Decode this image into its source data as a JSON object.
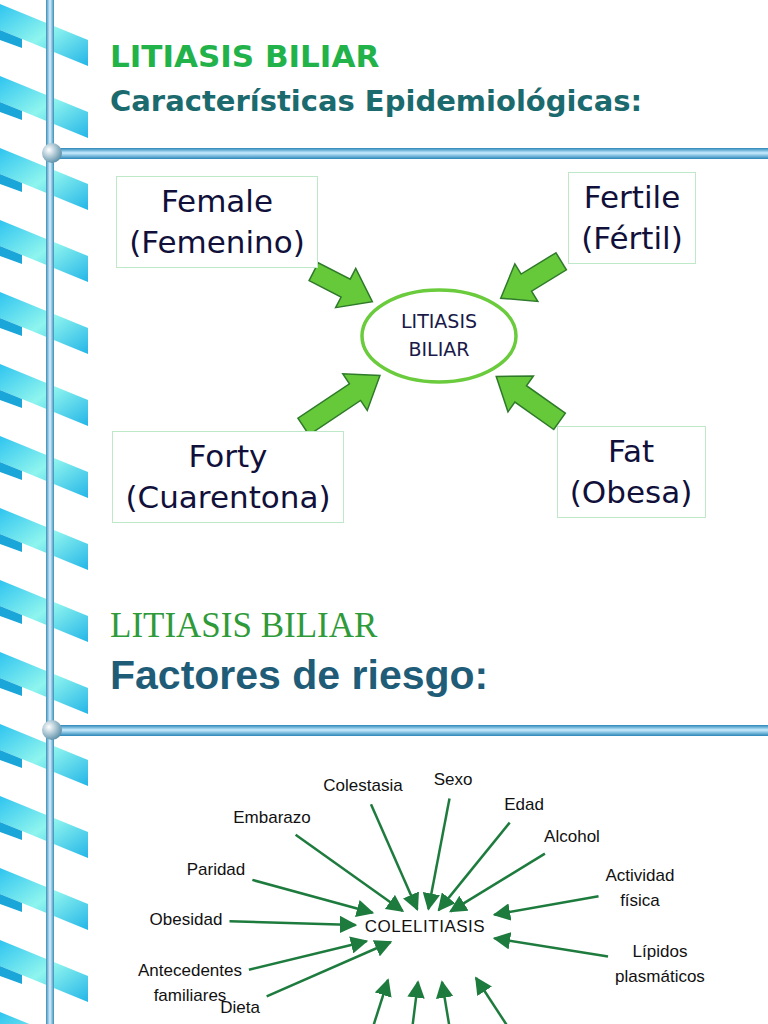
{
  "diagram": {
    "title": "LITIASIS BILIAR",
    "nodes": [
      {
        "text": [
          "Female (Femenino)"
        ]
      },
      {
        "text": [
          "Fertile (Fértil)"
        ]
      },
      {
        "text": [
          "LITIASIS BILIAR"
        ]
      },
      {
        "text": [
          "Forty (Cuarentona)"
        ]
      },
      {
        "text": [
          "Fat (Obesa)"
        ]
      },
      {
        "text": [
          "Colestasia"
        ]
      },
      {
        "text": [
          "Sexo"
        ]
      },
      {
        "text": [
          "Embarazo"
        ]
      },
      {
        "text": [
          "Edad"
        ]
      },
      {
        "text": [
          "Alcohol"
        ]
      },
      {
        "text": [
          "Paridad"
        ]
      },
      {
        "text": [
          "Actividad física"
        ]
      },
      {
        "text": [
          "Obesidad"
        ]
      },
      {
        "text": [
          "COLELITIASIS"
        ]
      },
      {
        "text": [
          "Lípidos plasmáticos"
        ]
      },
      {
        "text": [
          "Antecedentes familiares"
        ]
      },
      {
        "text": [
          "Dieta"
        ]
      }
    ],
    "edges": [
      {
        "from": 0,
        "to": 2,
        "arrow": "to"
      },
      {
        "from": 1,
        "to": 2,
        "arrow": "to"
      },
      {
        "from": 3,
        "to": 2,
        "arrow": "to"
      },
      {
        "from": 4,
        "to": 2,
        "arrow": "to"
      },
      {
        "from": 5,
        "to": 13,
        "arrow": "to"
      },
      {
        "from": 6,
        "to": 13,
        "arrow": "to"
      },
      {
        "from": 7,
        "to": 13,
        "arrow": "to"
      },
      {
        "from": 8,
        "to": 13,
        "arrow": "to"
      },
      {
        "from": 9,
        "to": 13,
        "arrow": "to"
      },
      {
        "from": 10,
        "to": 13,
        "arrow": "to"
      },
      {
        "from": 11,
        "to": 13,
        "arrow": "to"
      },
      {
        "from": 12,
        "to": 13,
        "arrow": "to"
      },
      {
        "from": 14,
        "to": 13,
        "arrow": "to"
      },
      {
        "from": 15,
        "to": 13,
        "arrow": "to"
      },
      {
        "from": 16,
        "to": 13,
        "arrow": "to"
      }
    ],
    "labels": [
      "Características Epidemiológicas:",
      "LITIASIS BILIAR",
      "Factores de riesgo:"
    ]
  }
}
